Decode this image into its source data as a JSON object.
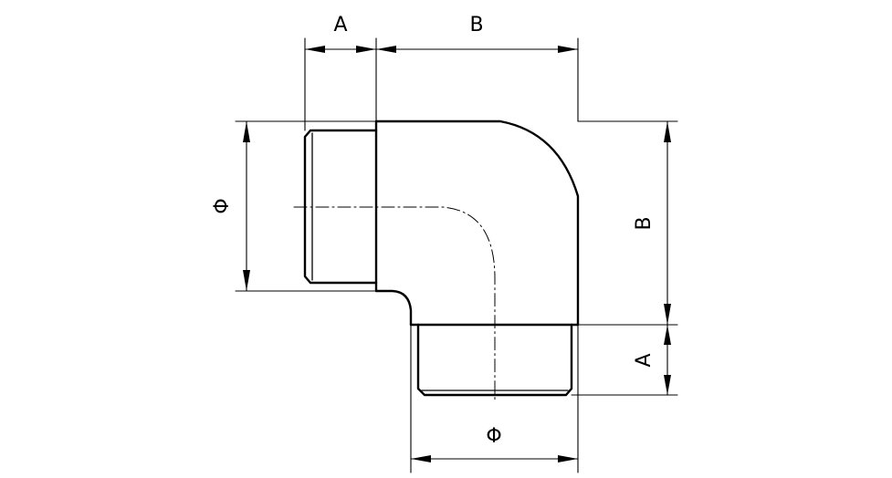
{
  "labels": {
    "top_a": "A",
    "top_b": "B",
    "left_diameter": "Φ",
    "right_b": "B",
    "right_a": "A",
    "bottom_diameter": "Φ"
  },
  "colors": {
    "line": "#000000",
    "background": "#ffffff"
  }
}
